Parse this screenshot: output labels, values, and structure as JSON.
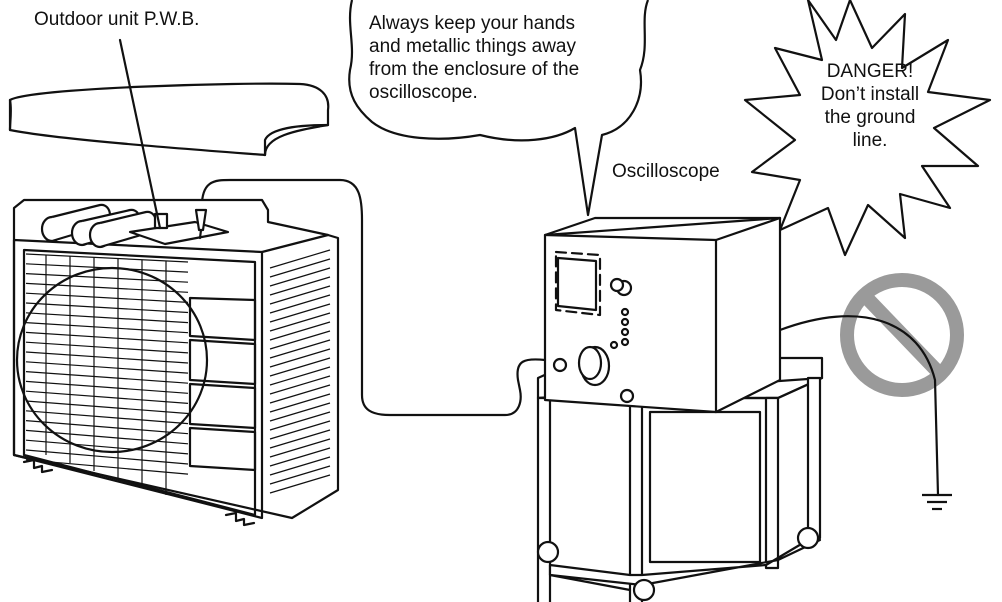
{
  "labels": {
    "outdoor_unit": "Outdoor unit P.W.B.",
    "oscilloscope": "Oscilloscope"
  },
  "callouts": {
    "speech_lines": [
      "Always keep your hands",
      "and metallic things away",
      "from the enclosure of the",
      "oscilloscope."
    ],
    "danger_lines": [
      "DANGER!",
      "Don’t install",
      "the ground",
      "line."
    ]
  },
  "colors": {
    "line": "#111111",
    "prohibition": "#9a9a9a",
    "background": "#ffffff"
  },
  "icons": [
    "prohibition-icon",
    "ground-symbol-icon"
  ]
}
